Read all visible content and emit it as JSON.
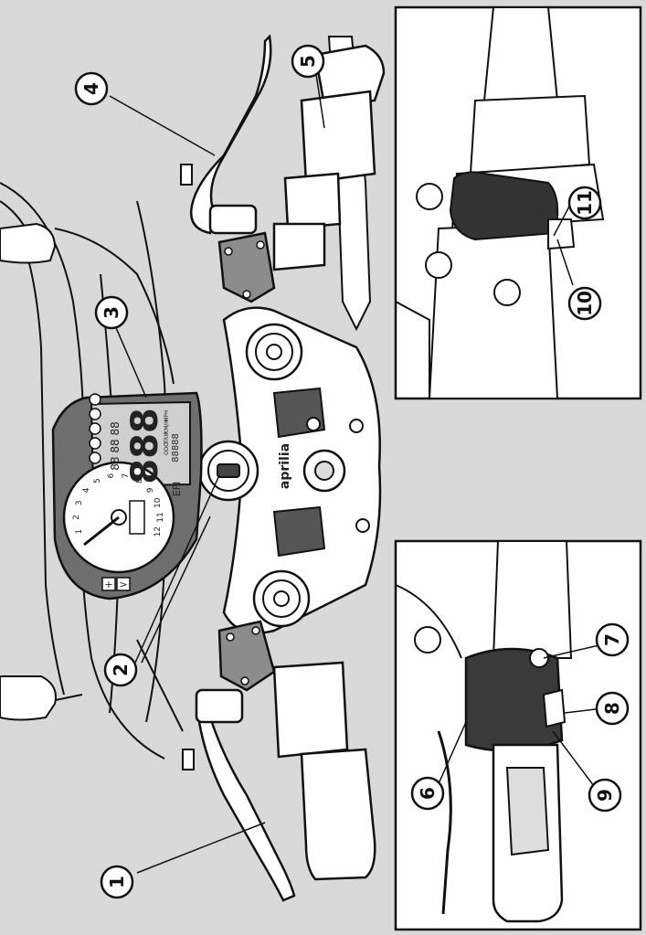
{
  "brand": "aprilia",
  "callouts": [
    {
      "label": "1",
      "part": "clutch-lever"
    },
    {
      "label": "2",
      "part": "ignition-switch"
    },
    {
      "label": "3",
      "part": "instrument-panel"
    },
    {
      "label": "4",
      "part": "front-brake-lever"
    },
    {
      "label": "5",
      "part": "throttle-grip"
    },
    {
      "label": "6",
      "part": "left-switch-control"
    },
    {
      "label": "7",
      "part": "left-switch-button"
    },
    {
      "label": "8",
      "part": "left-switch-horn"
    },
    {
      "label": "9",
      "part": "left-switch-lower"
    },
    {
      "label": "10",
      "part": "right-switch-button"
    },
    {
      "label": "11",
      "part": "right-switch-cap"
    }
  ],
  "dash": {
    "display_digits": "888",
    "small_digits": "88 88 88",
    "efi": "EFI",
    "odo_digits": "88888",
    "odo_labels": [
      "MPH",
      "KM/H",
      "TRIP",
      "ODO"
    ],
    "tacho_numbers": [
      "1",
      "2",
      "3",
      "4",
      "5",
      "6",
      "7",
      "8",
      "9",
      "10",
      "11",
      "12"
    ],
    "bottom_buttons": [
      "+",
      ">"
    ]
  },
  "colors": {
    "background": "#d9d9d9",
    "stroke": "#111111",
    "part_fill": "#ffffff",
    "cover_fill": "#8c8c8c",
    "grip_dark": "#3a3a3a"
  }
}
